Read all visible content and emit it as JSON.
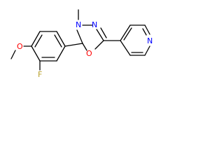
{
  "molecule": {
    "atoms": {
      "n3": {
        "symbol": "N",
        "color": "#0000ff"
      },
      "n4": {
        "symbol": "N",
        "color": "#0000ff"
      },
      "o1": {
        "symbol": "O",
        "color": "#ff0000"
      },
      "n_pyridine": {
        "symbol": "N",
        "color": "#0000ff"
      },
      "f": {
        "symbol": "F",
        "color": "#b8a02a"
      },
      "o_methoxy": {
        "symbol": "O",
        "color": "#ff0000"
      }
    },
    "bond_color": "#000000",
    "background": "#ffffff"
  }
}
